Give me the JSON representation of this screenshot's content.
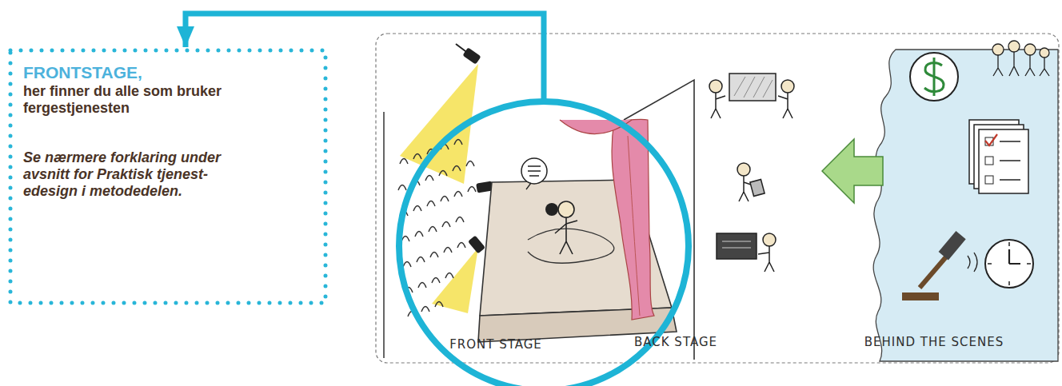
{
  "diagram": {
    "nodes": [
      {
        "text": [
          "FRONTSTAGE,",
          "her finner du alle som bruker fergestjenesten",
          "Se nærmere forklaring under avsnitt for Praktisk tjenest-edesign i metodedelen."
        ]
      },
      {
        "text": [
          "FRONT STAGE"
        ]
      }
    ],
    "edges": [
      {
        "from": 1,
        "to": 0,
        "arrow": "to"
      }
    ],
    "labels": [
      "BACK STAGE",
      "BEHIND THE SCENES"
    ]
  }
}
